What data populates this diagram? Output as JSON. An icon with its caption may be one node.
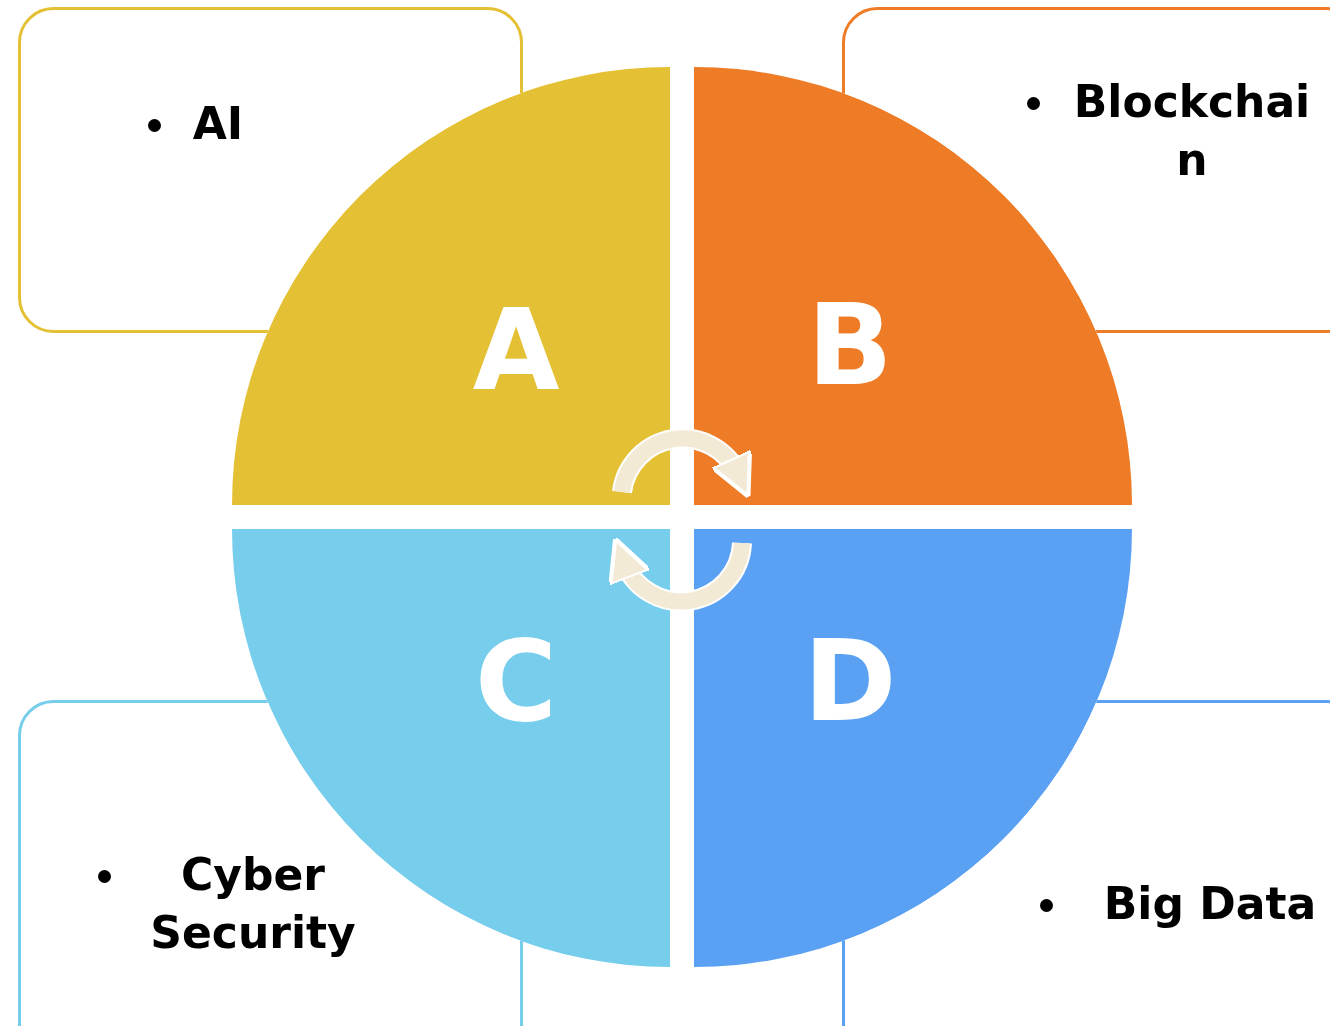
{
  "diagram": {
    "nodes": [
      {
        "text": [
          "AI"
        ]
      },
      {
        "text": [
          "Blockchain"
        ]
      },
      {
        "text": [
          "Cyber Security"
        ]
      },
      {
        "text": [
          "Big Data"
        ]
      },
      {
        "text": [
          "A"
        ]
      },
      {
        "text": [
          "B"
        ]
      },
      {
        "text": [
          "C"
        ]
      },
      {
        "text": [
          "D"
        ]
      }
    ],
    "edges": [
      {
        "from": 4,
        "to": 5,
        "arrow": "to"
      },
      {
        "from": 7,
        "to": 6,
        "arrow": "to"
      }
    ]
  }
}
